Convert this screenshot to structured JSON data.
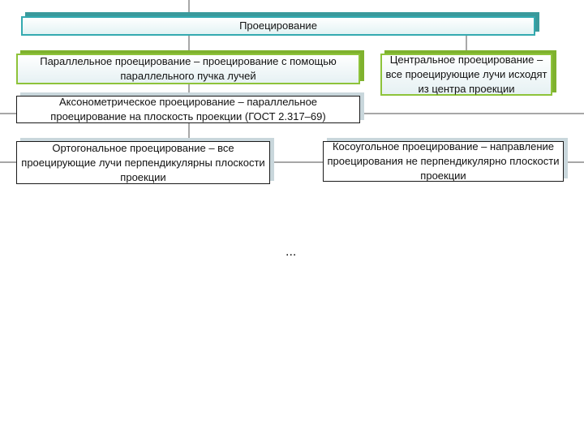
{
  "nodes": {
    "root": "Проецирование",
    "parallel": "Параллельное проецирование – проецирование с помощью параллельного пучка лучей",
    "central": "Центральное проецирование – все проецирующие лучи исходят из центра проекции",
    "axonometric": "Аксонометрическое проецирование – параллельное проецирование на плоскость проекции (ГОСТ 2.317–69)",
    "orthogonal": "Ортогональное проецирование – все проецирующие лучи перпендикулярны плоскости проекции",
    "oblique": "Косоугольное проецирование – направление проецирования не перпендикулярно плоскости проекции"
  },
  "continuation": "...",
  "colors": {
    "root_border": "#34aab0",
    "level1_border": "#8ec33a",
    "leaf_border": "#1a1a1a",
    "connector": "#8a8a8a",
    "shadow": "#c9d7dc"
  }
}
